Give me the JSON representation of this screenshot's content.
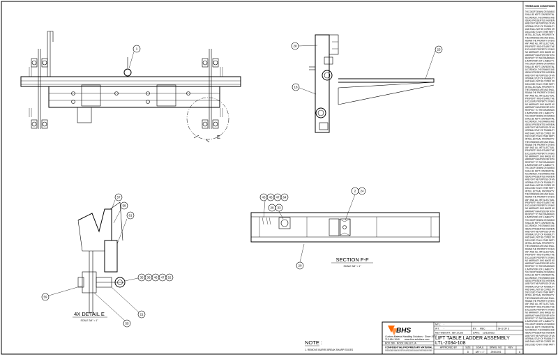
{
  "sheet": {
    "terms_heading": "TERMS AND CONDITIONS",
    "terms_paragraphs": [
      "THIS CONCEPT DRAWING OR DRAWINGS",
      "SHALL BE KEPT CONFIDENTIAL",
      "ACCORDINGLY, THE DRAWINGS AND",
      "IDEAS PRESENTED HEREIN",
      "ARE FOR THE PURPOSE OF AN",
      "INTERNAL STUDY OF FEASIBILITY",
      "AND SHALL NOT BE COPIED OR",
      "DISCLOSED TO ANY OTHER PARTY",
      "INTELLECTUAL PROPERTY.",
      "THE DRAWINGS ARE AND SHALL",
      "REMAIN THE PROPERTY OF BHS",
      "ANY AND ALL INTELLECTUAL",
      "PROPERTY RIGHTS ARE THE",
      "EXCLUSIVE PROPERTY OF BHS",
      "NO WARRANTY. BHS MAKES NO",
      "WARRANTY WHATSOEVER WITH",
      "RESPECT TO THE DRAWINGS",
      "LIMITATION OF LIABILITY."
    ],
    "notes": {
      "heading": "NOTE :",
      "items": [
        "1.   REMOVE BURRS BREAK SHARP EDGES"
      ]
    },
    "views": {
      "section_label": "SECTION F-F",
      "section_scale": "SCALE 3/4\" = 1\"",
      "detail_label": "4X DETAIL  E",
      "detail_scale": "SCALE 3/4\" = 1\"",
      "detail_callout": "E"
    },
    "balloons": {
      "top_front": [
        "1"
      ],
      "side": [
        "28",
        "18",
        "23"
      ],
      "detail": [
        "57",
        "58",
        "61",
        "59",
        "55",
        "21",
        "35",
        "36",
        "46",
        "47",
        "52"
      ],
      "section": [
        "43",
        "45",
        "47",
        "64",
        "29",
        "33",
        "2",
        "24",
        "20"
      ]
    },
    "title_block": {
      "company_name": "BHS",
      "company_tagline": "Custom Material Handling Solutions · Since 1977",
      "company_contact": "712.454.1040",
      "company_web": "www.bhs-solutions.com",
      "company_address": "BOX 280 · ROCK VALLEY, IA",
      "confidential_heading": "CONFIDENTIAL/PROPRIETARY MATERIAL",
      "confidential_text": "THE INFORMATION CONTAINED IN THIS DRAWING IS THE SOLE PROPERTY OF BHS. ANY REPRODUCTION IN PART OR AS A WHOLE WITHOUT THE WRITTEN PERMISSION OF BHS IS PROHIBITED.",
      "mtl_label": "MTL:",
      "mtl_value": "-",
      "wt_label": "WT:",
      "wt_value": "-",
      "net_weight_label": "NET WEIGHT:",
      "net_weight_value": "687.3 LBS",
      "by_label": "BY:",
      "by_value": "MEC",
      "sheet_value": "SH 2 OF 3",
      "date_label": "DATE:",
      "date_value": "12/13/2022",
      "title_line1": "LIFT TABLE LADDER ASSEMBLY",
      "title_line2": "LTL-2034-108",
      "approved_by_label": "APPROVED BY",
      "size_label": "SIZE",
      "size_value": "D",
      "scale_label": "SCALE",
      "scale_value": "3/8\" = 1\"",
      "drawing_no_label": "DRWG. NO.",
      "drawing_no_value": "29401001",
      "rev_label": "REV",
      "rev_value": "A"
    }
  }
}
